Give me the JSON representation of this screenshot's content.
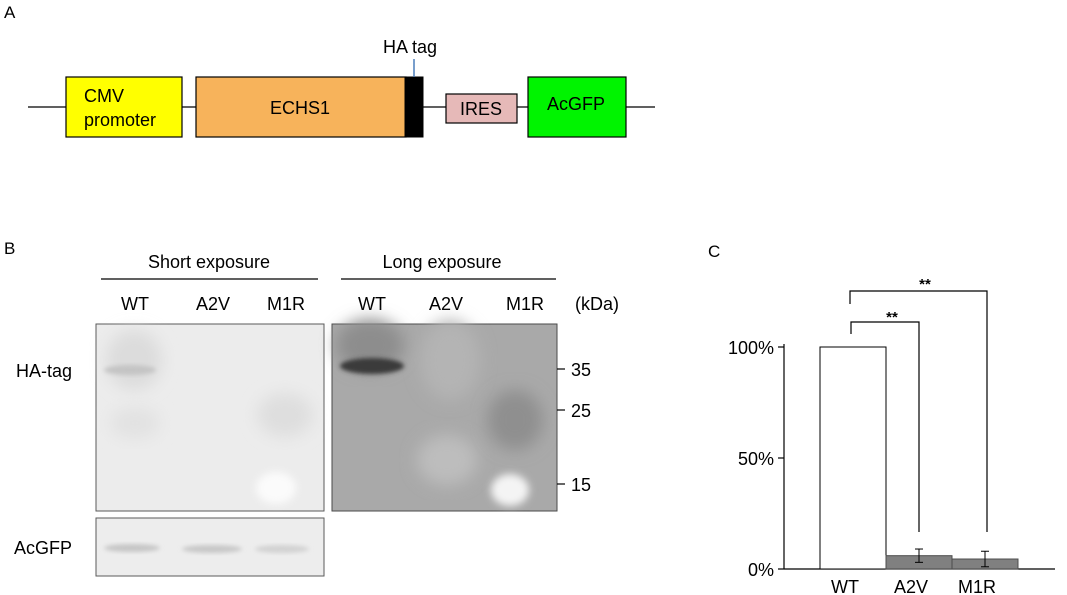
{
  "panel_a": {
    "letter": "A",
    "hatag_label": "HA tag",
    "boxes": [
      {
        "lines": [
          "CMV",
          "promoter"
        ],
        "color": "#ffff00"
      },
      {
        "lines": [
          "ECHS1"
        ],
        "color": "#f7b35b"
      },
      {
        "lines": [
          "IRES"
        ],
        "color": "#e6b9b8"
      },
      {
        "lines": [
          "AcGFP"
        ],
        "color": "#00f400"
      }
    ],
    "hatag_color": "#000000",
    "pointer_color": "#4a7ebb"
  },
  "panel_b": {
    "letter": "B",
    "short_exposure": "Short exposure",
    "long_exposure": "Long exposure",
    "lanes_short": [
      "WT",
      "A2V",
      "M1R"
    ],
    "lanes_long": [
      "WT",
      "A2V",
      "M1R"
    ],
    "kda_label": "(kDa)",
    "markers": [
      "35",
      "25",
      "15"
    ],
    "row_labels": {
      "hatag": "HA-tag",
      "acgfp": "AcGFP"
    }
  },
  "panel_c": {
    "letter": "C",
    "significance": [
      "**",
      "**"
    ]
  },
  "chart_data": {
    "type": "bar",
    "categories": [
      "WT",
      "A2V",
      "M1R"
    ],
    "values": [
      100,
      6,
      4.5
    ],
    "errors": [
      0,
      3,
      3.5
    ],
    "bar_colors": [
      "#ffffff",
      "#808080",
      "#808080"
    ],
    "yticks": [
      "0%",
      "50%",
      "100%"
    ],
    "ylim": [
      0,
      100
    ],
    "xlabel": "",
    "ylabel": "",
    "title": ""
  }
}
